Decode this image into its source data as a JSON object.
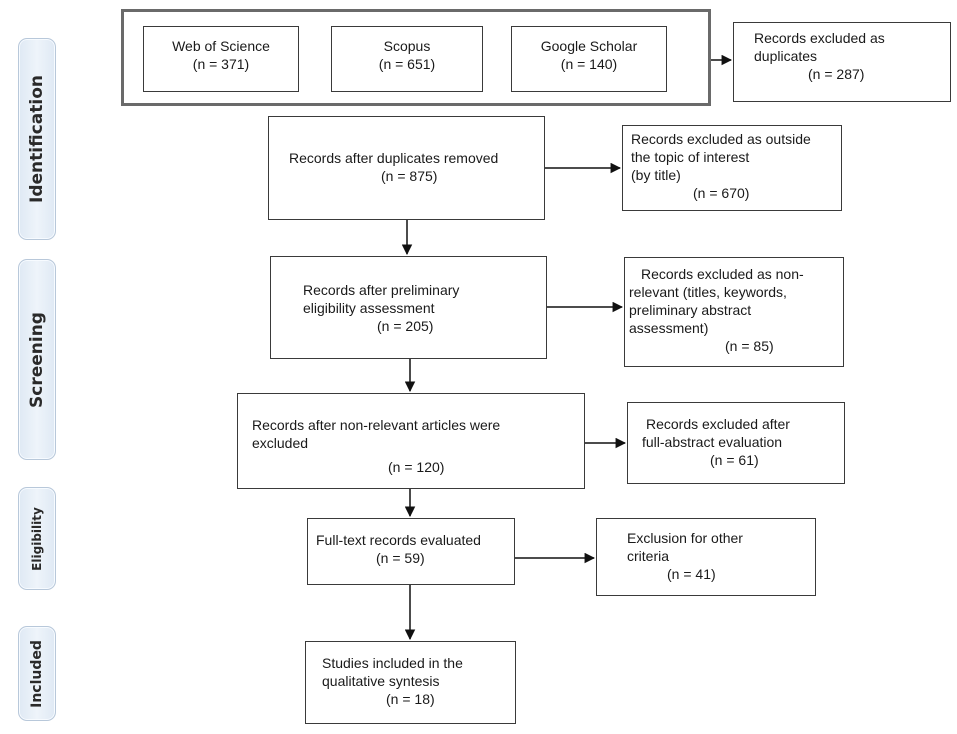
{
  "stages": [
    {
      "id": "identification",
      "label": "Identification"
    },
    {
      "id": "screening",
      "label": "Screening"
    },
    {
      "id": "eligibility",
      "label": "Eligibility"
    },
    {
      "id": "included",
      "label": "Included"
    }
  ],
  "databases": [
    {
      "name": "Web of Science",
      "count": "(n = 371)"
    },
    {
      "name": "Scopus",
      "count": "(n = 651)"
    },
    {
      "name": "Google Scholar",
      "count": "(n = 140)"
    }
  ],
  "flow": {
    "duplicates_excluded": {
      "lines": [
        "Records excluded as",
        "duplicates"
      ],
      "count": "(n = 287)"
    },
    "after_duplicates": {
      "lines": [
        "Records after duplicates removed"
      ],
      "count": "(n = 875)"
    },
    "excluded_topic": {
      "lines": [
        "Records excluded as outside",
        "the topic of interest",
        "(by title)"
      ],
      "count": "(n = 670)"
    },
    "after_preliminary": {
      "lines": [
        "Records after preliminary",
        "eligibility assessment"
      ],
      "count": "(n = 205)"
    },
    "excluded_nonrelevant": {
      "lines": [
        "Records excluded as non-",
        "relevant (titles, keywords,",
        "preliminary abstract",
        "assessment)"
      ],
      "count": "(n = 85)"
    },
    "after_nonrelevant": {
      "lines": [
        "Records after non-relevant articles were",
        "excluded"
      ],
      "count": "(n = 120)"
    },
    "excluded_fullabstract": {
      "lines": [
        "Records excluded after",
        "full-abstract evaluation"
      ],
      "count": "(n = 61)"
    },
    "fulltext": {
      "lines": [
        "Full-text records evaluated"
      ],
      "count": "(n = 59)"
    },
    "excluded_other": {
      "lines": [
        "Exclusion for other",
        "criteria"
      ],
      "count": "(n = 41)"
    },
    "included": {
      "lines": [
        "Studies included in the",
        "qualitative syntesis"
      ],
      "count": "(n = 18)"
    }
  }
}
